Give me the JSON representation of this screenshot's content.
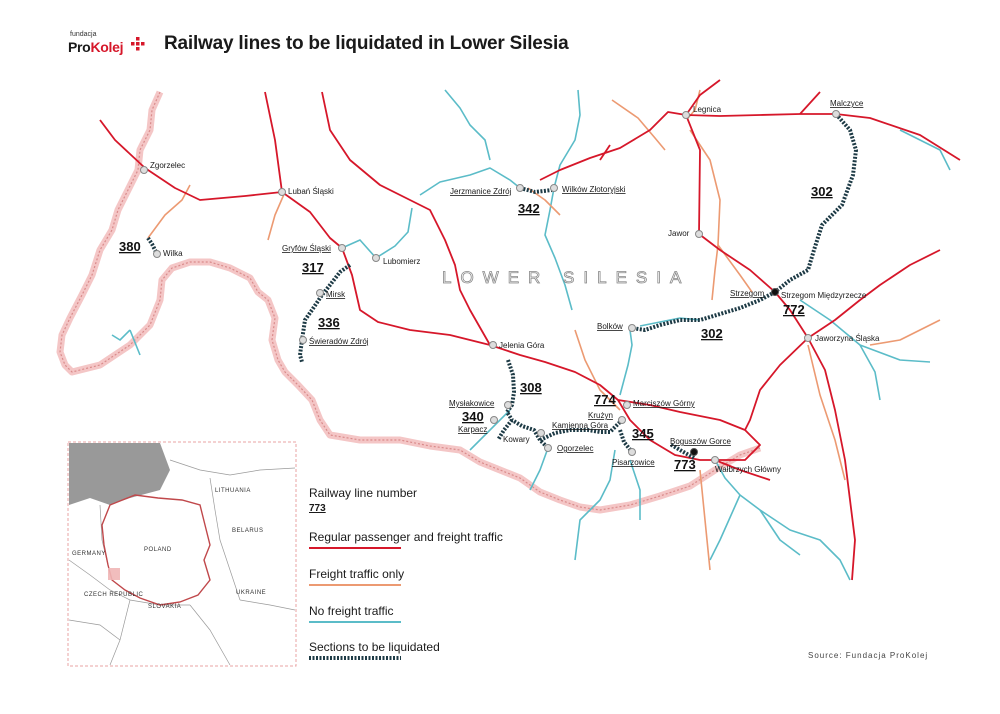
{
  "header": {
    "logo_small": "fundacja",
    "logo_main_a": "Pro",
    "logo_main_b": "Kolej",
    "title": "Railway lines to be liquidated in Lower Silesia"
  },
  "colors": {
    "passenger_freight": "#d6172a",
    "freight_only": "#ec9a72",
    "no_freight": "#5bbcc8",
    "liquidated": "#1d3a45",
    "border": "#e8a3a3"
  },
  "map": {
    "region_label": "LOWER SILESIA",
    "stations": {
      "legnica": "Legnica",
      "malczyce": "Malczyce",
      "zgorzelec": "Zgorzelec",
      "luban": "Lubań Śląski",
      "jerzmanice": "Jerzmanice Zdrój",
      "wilkow": "Wilków Złotoryjski",
      "jawor": "Jawor",
      "gryfow": "Gryfów Śląski",
      "lubomierz": "Lubomierz",
      "wilka": "Wilka",
      "mirsk": "Mirsk",
      "swieradow": "Świeradów Zdrój",
      "strzegom": "Strzegom",
      "strzegom_m": "Strzegom Międzyrzecze",
      "bolkow": "Bolków",
      "jaworzyna": "Jaworzyna Śląska",
      "jelenia": "Jelenia Góra",
      "myslakowice": "Mysłakowice",
      "karpacz": "Karpacz",
      "kowary": "Kowary",
      "kamienna": "Kamienna Góra",
      "ogorzelec": "Ogorzelec",
      "marciszow": "Marciszów Górny",
      "kruzyn": "Krużyn",
      "pisarzowice": "Pisarzowice",
      "boguszow": "Boguszów Gorce",
      "walbrzych": "Wałbrzych Główny"
    },
    "line_numbers": {
      "n380": "380",
      "n342": "342",
      "n302a": "302",
      "n317": "317",
      "n336": "336",
      "n772": "772",
      "n302b": "302",
      "n308": "308",
      "n340": "340",
      "n774": "774",
      "n345": "345",
      "n773": "773"
    }
  },
  "inset": {
    "labels": {
      "lithuania": "LITHUANIA",
      "belarus": "BELARUS",
      "poland": "POLAND",
      "germany": "GERMANY",
      "czech": "CZECH REPUBLIC",
      "slovakia": "SLOVAKIA",
      "ukraine": "UKRAINE"
    }
  },
  "legend": {
    "line_number_title": "Railway line number",
    "line_number_example": "773",
    "passenger_freight": "Regular passenger and freight traffic",
    "freight_only": "Freight traffic only",
    "no_freight": "No freight traffic",
    "liquidated": "Sections to be liquidated"
  },
  "source": "Source: Fundacja ProKolej"
}
